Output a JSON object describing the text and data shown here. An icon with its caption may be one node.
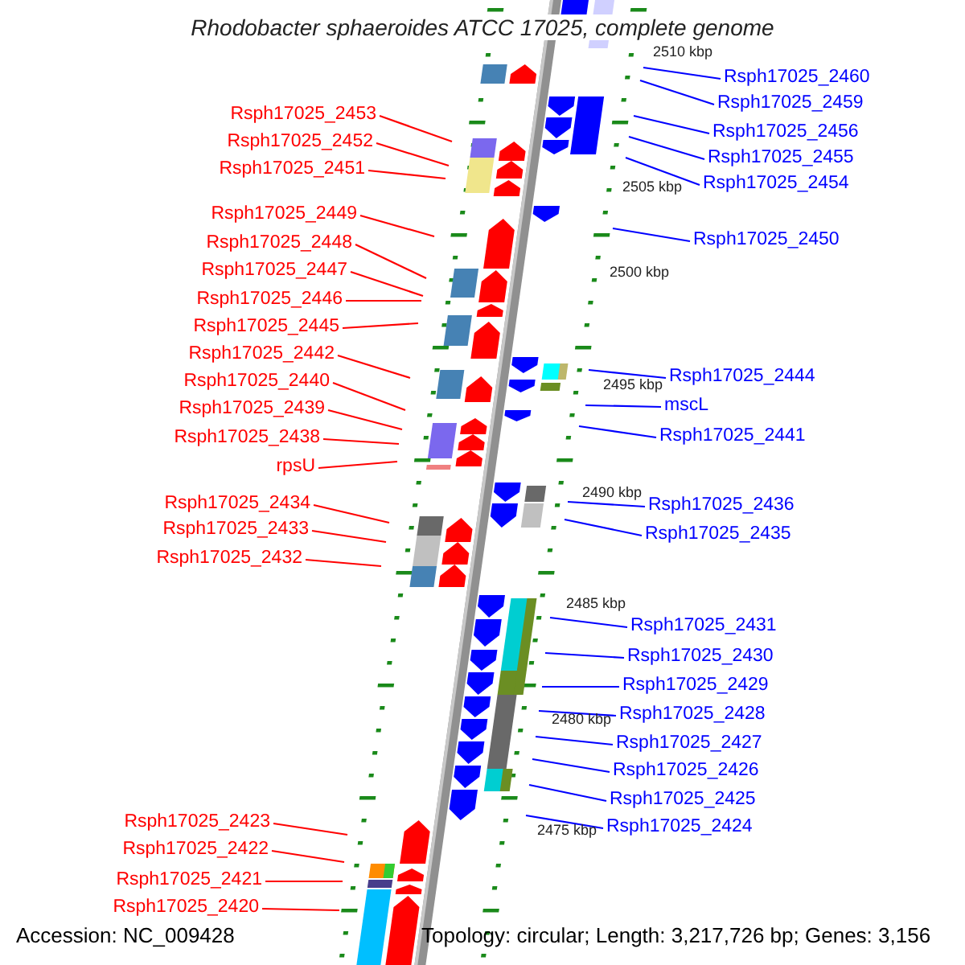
{
  "diagram": {
    "title": "Rhodobacter sphaeroides ATCC 17025, complete genome",
    "nodes": [
      {
        "text": [
          "Rsph17025_2453"
        ]
      },
      {
        "text": [
          "Rsph17025_2452"
        ]
      },
      {
        "text": [
          "Rsph17025_2451"
        ]
      },
      {
        "text": [
          "Rsph17025_2449"
        ]
      },
      {
        "text": [
          "Rsph17025_2448"
        ]
      },
      {
        "text": [
          "Rsph17025_2447"
        ]
      },
      {
        "text": [
          "Rsph17025_2446"
        ]
      },
      {
        "text": [
          "Rsph17025_2445"
        ]
      },
      {
        "text": [
          "Rsph17025_2442"
        ]
      },
      {
        "text": [
          "Rsph17025_2440"
        ]
      },
      {
        "text": [
          "Rsph17025_2439"
        ]
      },
      {
        "text": [
          "Rsph17025_2438"
        ]
      },
      {
        "text": [
          "rpsU"
        ]
      },
      {
        "text": [
          "Rsph17025_2434"
        ]
      },
      {
        "text": [
          "Rsph17025_2433"
        ]
      },
      {
        "text": [
          "Rsph17025_2432"
        ]
      },
      {
        "text": [
          "Rsph17025_2423"
        ]
      },
      {
        "text": [
          "Rsph17025_2422"
        ]
      },
      {
        "text": [
          "Rsph17025_2421"
        ]
      },
      {
        "text": [
          "Rsph17025_2420"
        ]
      },
      {
        "text": [
          "Rsph17025_2460"
        ]
      },
      {
        "text": [
          "Rsph17025_2459"
        ]
      },
      {
        "text": [
          "Rsph17025_2456"
        ]
      },
      {
        "text": [
          "Rsph17025_2455"
        ]
      },
      {
        "text": [
          "Rsph17025_2454"
        ]
      },
      {
        "text": [
          "Rsph17025_2450"
        ]
      },
      {
        "text": [
          "Rsph17025_2444"
        ]
      },
      {
        "text": [
          "mscL"
        ]
      },
      {
        "text": [
          "Rsph17025_2441"
        ]
      },
      {
        "text": [
          "Rsph17025_2436"
        ]
      },
      {
        "text": [
          "Rsph17025_2435"
        ]
      },
      {
        "text": [
          "Rsph17025_2431"
        ]
      },
      {
        "text": [
          "Rsph17025_2430"
        ]
      },
      {
        "text": [
          "Rsph17025_2429"
        ]
      },
      {
        "text": [
          "Rsph17025_2428"
        ]
      },
      {
        "text": [
          "Rsph17025_2427"
        ]
      },
      {
        "text": [
          "Rsph17025_2426"
        ]
      },
      {
        "text": [
          "Rsph17025_2425"
        ]
      },
      {
        "text": [
          "Rsph17025_2424"
        ]
      }
    ],
    "edges": [
      {
        "from": 0,
        "to": null,
        "arrow": "none"
      },
      {
        "from": 1,
        "to": null,
        "arrow": "none"
      },
      {
        "from": 2,
        "to": null,
        "arrow": "none"
      },
      {
        "from": 3,
        "to": null,
        "arrow": "none"
      },
      {
        "from": 4,
        "to": null,
        "arrow": "none"
      },
      {
        "from": 5,
        "to": null,
        "arrow": "none"
      },
      {
        "from": 6,
        "to": null,
        "arrow": "none"
      },
      {
        "from": 7,
        "to": null,
        "arrow": "none"
      },
      {
        "from": 8,
        "to": null,
        "arrow": "none"
      },
      {
        "from": 9,
        "to": null,
        "arrow": "none"
      },
      {
        "from": 10,
        "to": null,
        "arrow": "none"
      },
      {
        "from": 11,
        "to": null,
        "arrow": "none"
      },
      {
        "from": 12,
        "to": null,
        "arrow": "none"
      },
      {
        "from": 13,
        "to": null,
        "arrow": "none"
      },
      {
        "from": 14,
        "to": null,
        "arrow": "none"
      },
      {
        "from": 15,
        "to": null,
        "arrow": "none"
      },
      {
        "from": 16,
        "to": null,
        "arrow": "none"
      },
      {
        "from": 17,
        "to": null,
        "arrow": "none"
      },
      {
        "from": 18,
        "to": null,
        "arrow": "none"
      },
      {
        "from": 19,
        "to": null,
        "arrow": "none"
      },
      {
        "from": 20,
        "to": null,
        "arrow": "none",
        "color": "#0000ff"
      },
      {
        "from": 21,
        "to": null,
        "arrow": "none",
        "color": "#0000ff"
      },
      {
        "from": 22,
        "to": null,
        "arrow": "none",
        "color": "#0000ff"
      },
      {
        "from": 23,
        "to": null,
        "arrow": "none",
        "color": "#0000ff"
      },
      {
        "from": 24,
        "to": null,
        "arrow": "none",
        "color": "#0000ff"
      },
      {
        "from": 25,
        "to": null,
        "arrow": "none",
        "color": "#0000ff"
      },
      {
        "from": 26,
        "to": null,
        "arrow": "none",
        "color": "#0000ff"
      },
      {
        "from": 27,
        "to": null,
        "arrow": "none",
        "color": "#0000ff"
      },
      {
        "from": 28,
        "to": null,
        "arrow": "none",
        "color": "#0000ff"
      },
      {
        "from": 29,
        "to": null,
        "arrow": "none",
        "color": "#0000ff"
      },
      {
        "from": 30,
        "to": null,
        "arrow": "none",
        "color": "#0000ff"
      },
      {
        "from": 31,
        "to": null,
        "arrow": "none",
        "color": "#0000ff"
      },
      {
        "from": 32,
        "to": null,
        "arrow": "none",
        "color": "#0000ff"
      },
      {
        "from": 33,
        "to": null,
        "arrow": "none",
        "color": "#0000ff"
      },
      {
        "from": 34,
        "to": null,
        "arrow": "none",
        "color": "#0000ff"
      },
      {
        "from": 35,
        "to": null,
        "arrow": "none",
        "color": "#0000ff"
      },
      {
        "from": 36,
        "to": null,
        "arrow": "none",
        "color": "#0000ff"
      },
      {
        "from": 37,
        "to": null,
        "arrow": "none",
        "color": "#0000ff"
      },
      {
        "from": 38,
        "to": null,
        "arrow": "none",
        "color": "#0000ff"
      }
    ],
    "labels": [
      "2510 kbp",
      "2505 kbp",
      "2500 kbp",
      "2495 kbp",
      "2490 kbp",
      "2485 kbp",
      "2480 kbp",
      "2475 kbp",
      "Accession: NC_009428",
      "Topology: circular; Length: 3,217,726 bp; Genes: 3,156"
    ]
  }
}
